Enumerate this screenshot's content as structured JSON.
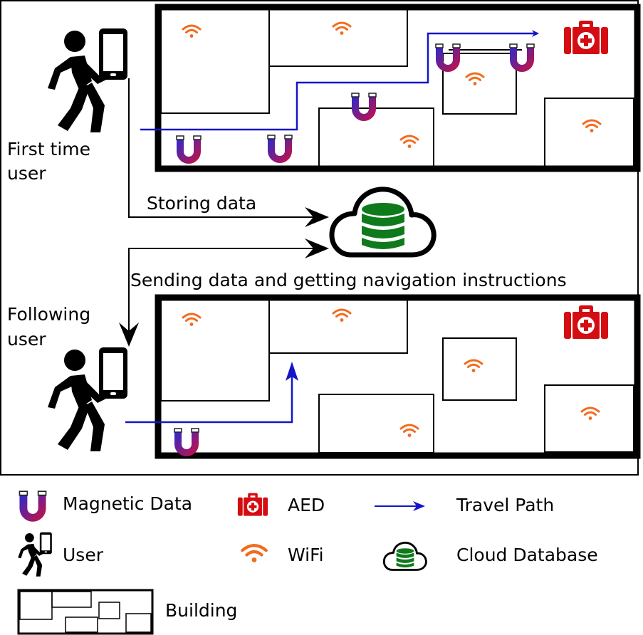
{
  "labels": {
    "first_user_line1": "First time",
    "first_user_line2": "user",
    "following_user_line1": "Following",
    "following_user_line2": "user",
    "storing": "Storing data",
    "sending": "Sending data and getting navigation instructions"
  },
  "legend": {
    "magnetic": "Magnetic Data",
    "aed": "AED",
    "travel_path": "Travel Path",
    "user": "User",
    "wifi": "WiFi",
    "cloud": "Cloud Database",
    "building": "Building"
  },
  "colors": {
    "path_blue": "#1515c8",
    "wifi_orange": "#f26b1d",
    "aed_red": "#d40d12",
    "db_green": "#0f7a1c",
    "magnet_blue": "#2a2ad0",
    "magnet_red": "#d0103a"
  },
  "icons": [
    "magnet-icon",
    "aed-icon",
    "wifi-icon",
    "walking-user-icon",
    "smartphone-icon",
    "cloud-database-icon"
  ]
}
